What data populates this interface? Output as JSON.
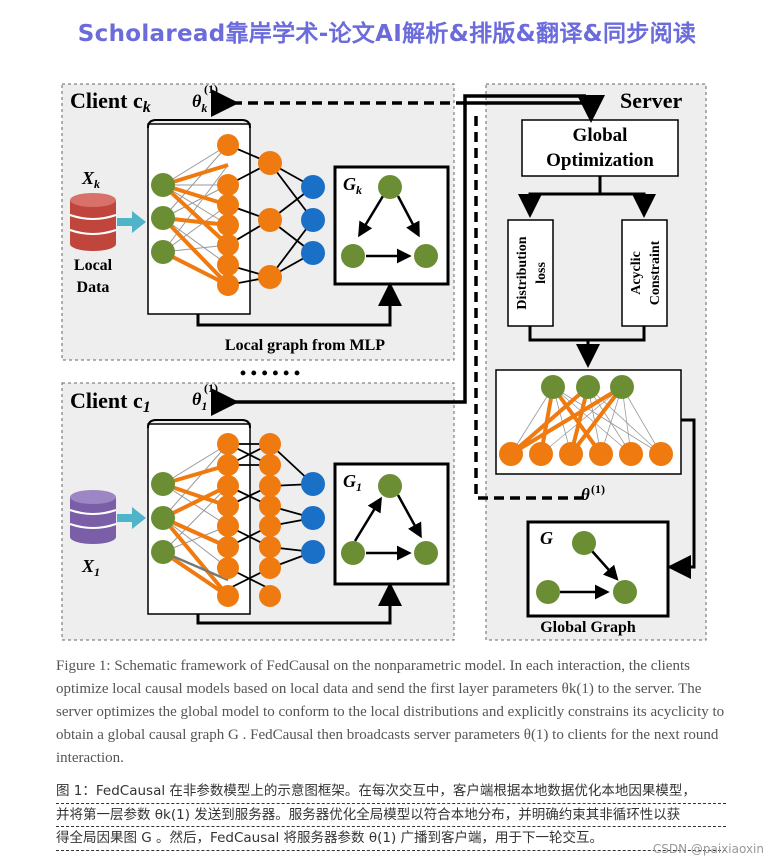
{
  "banner": "Scholaread靠岸学术-论文AI解析&排版&翻译&同步阅读",
  "figure": {
    "client_k": {
      "title": "Client c",
      "sub": "k",
      "theta": "θ",
      "theta_sub": "k",
      "theta_sup": "(1)",
      "graph_label": "G",
      "graph_sub": "k",
      "data_label": "X",
      "data_sub": "k",
      "local_data": "Local",
      "local_data2": "Data",
      "mlp_label": "Local graph from MLP"
    },
    "ellipsis": "• • • • • •",
    "client_1": {
      "title": "Client c",
      "sub": "1",
      "theta": "θ",
      "theta_sub": "1",
      "theta_sup": "(1)",
      "graph_label": "G",
      "graph_sub": "1",
      "data_label": "X",
      "data_sub": "1"
    },
    "server": {
      "title": "Server",
      "global_opt_1": "Global",
      "global_opt_2": "Optimization",
      "dist_loss_1": "Distribution",
      "dist_loss_2": "loss",
      "acyclic_1": "Acyclic",
      "acyclic_2": "Constraint",
      "theta": "θ",
      "theta_sup": "(1)",
      "graph_label": "G",
      "global_graph": "Global Graph"
    },
    "colors": {
      "green": "#6b8e35",
      "orange": "#ee7a10",
      "blue": "#1a70c7",
      "db_red": "#c0463d",
      "db_purple": "#7a5ea8",
      "arrow_teal": "#4fb3c9",
      "panel": "#eeeeee"
    }
  },
  "caption_en": "Figure 1: Schematic framework of FedCausal on the nonparametric model. In each interaction, the clients optimize local causal models based on local data and send the first layer parameters θk(1) to the server. The server optimizes the global model to conform to the local distributions and explicitly constrains its acyclicity to obtain a global causal graph G . FedCausal then broadcasts server parameters θ(1) to clients for the next round interaction.",
  "caption_zh": {
    "line1": "图 1：FedCausal 在非参数模型上的示意图框架。在每次交互中，客户端根据本地数据优化本地因果模型，",
    "line2": "并将第一层参数 θk(1) 发送到服务器。服务器优化全局模型以符合本地分布，并明确约束其非循环性以获",
    "line3": "得全局因果图 G 。然后，FedCausal 将服务器参数 θ(1) 广播到客户端，用于下一轮交互。"
  },
  "watermark": "CSDN @paixiaoxin"
}
